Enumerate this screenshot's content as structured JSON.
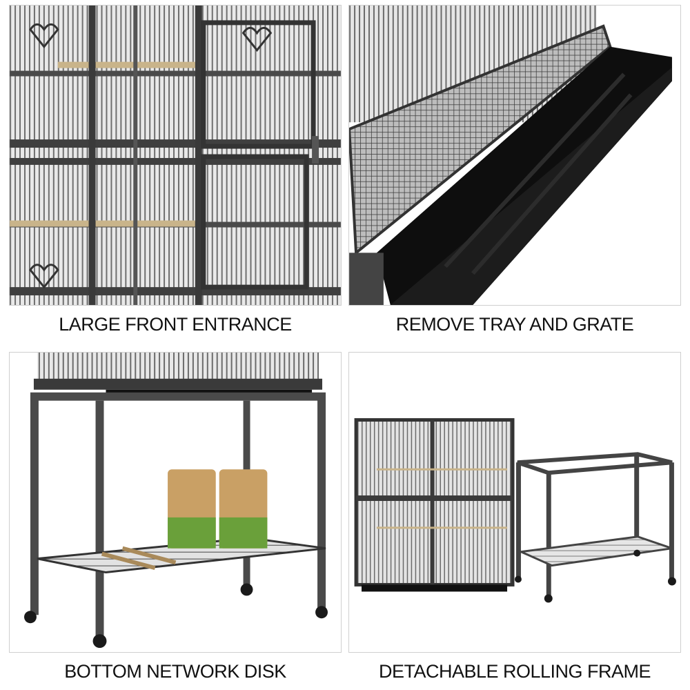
{
  "panels": [
    {
      "caption": "LARGE FRONT ENTRANCE",
      "subject": "open-cage-doors"
    },
    {
      "caption": "REMOVE TRAY AND GRATE",
      "subject": "pull-out-tray"
    },
    {
      "caption": "BOTTOM NETWORK DISK",
      "subject": "stand-with-bottom-shelf"
    },
    {
      "caption": "DETACHABLE ROLLING FRAME",
      "subject": "cage-and-rolling-stand"
    }
  ],
  "colors": {
    "frame": "#3a3a3a",
    "wire": "#6b6b6b",
    "tray": "#0e0e0e",
    "perch": "#c9b48a",
    "food_bag": "#c9a065",
    "food_bag_green": "#6aa03a"
  }
}
